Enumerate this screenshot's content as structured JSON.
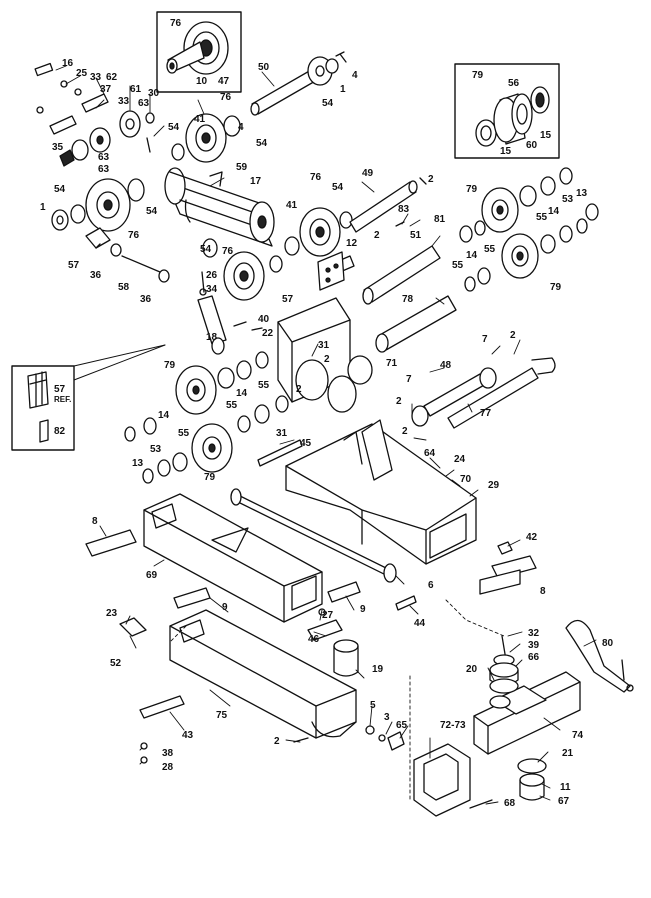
{
  "diagram": {
    "callouts": [
      {
        "id": "76a",
        "text": "76"
      },
      {
        "id": "10",
        "text": "10"
      },
      {
        "id": "47",
        "text": "47"
      },
      {
        "id": "50",
        "text": "50"
      },
      {
        "id": "4a",
        "text": "4"
      },
      {
        "id": "1a",
        "text": "1"
      },
      {
        "id": "54a",
        "text": "54"
      },
      {
        "id": "16",
        "text": "16"
      },
      {
        "id": "25",
        "text": "25"
      },
      {
        "id": "33a",
        "text": "33"
      },
      {
        "id": "62",
        "text": "62"
      },
      {
        "id": "37",
        "text": "37"
      },
      {
        "id": "33b",
        "text": "33"
      },
      {
        "id": "61",
        "text": "61"
      },
      {
        "id": "63a",
        "text": "63"
      },
      {
        "id": "30",
        "text": "30"
      },
      {
        "id": "76b",
        "text": "76"
      },
      {
        "id": "41a",
        "text": "41"
      },
      {
        "id": "54b",
        "text": "54"
      },
      {
        "id": "4b",
        "text": "4"
      },
      {
        "id": "54c",
        "text": "54"
      },
      {
        "id": "35",
        "text": "35"
      },
      {
        "id": "63b",
        "text": "63"
      },
      {
        "id": "63c",
        "text": "63"
      },
      {
        "id": "59",
        "text": "59"
      },
      {
        "id": "17",
        "text": "17"
      },
      {
        "id": "54d",
        "text": "54"
      },
      {
        "id": "1b",
        "text": "1"
      },
      {
        "id": "54e",
        "text": "54"
      },
      {
        "id": "76c",
        "text": "76"
      },
      {
        "id": "41b",
        "text": "41"
      },
      {
        "id": "76d",
        "text": "76"
      },
      {
        "id": "54f",
        "text": "54"
      },
      {
        "id": "49",
        "text": "49"
      },
      {
        "id": "2a",
        "text": "2"
      },
      {
        "id": "83",
        "text": "83"
      },
      {
        "id": "81",
        "text": "81"
      },
      {
        "id": "2b",
        "text": "2"
      },
      {
        "id": "79a",
        "text": "79"
      },
      {
        "id": "56",
        "text": "56"
      },
      {
        "id": "15a",
        "text": "15"
      },
      {
        "id": "60",
        "text": "60"
      },
      {
        "id": "15b",
        "text": "15"
      },
      {
        "id": "79b",
        "text": "79"
      },
      {
        "id": "53a",
        "text": "53"
      },
      {
        "id": "13a",
        "text": "13"
      },
      {
        "id": "14a",
        "text": "14"
      },
      {
        "id": "55a",
        "text": "55"
      },
      {
        "id": "54g",
        "text": "54"
      },
      {
        "id": "76e",
        "text": "76"
      },
      {
        "id": "12",
        "text": "12"
      },
      {
        "id": "51",
        "text": "51"
      },
      {
        "id": "55b",
        "text": "55"
      },
      {
        "id": "14b",
        "text": "14"
      },
      {
        "id": "55c",
        "text": "55"
      },
      {
        "id": "79c",
        "text": "79"
      },
      {
        "id": "57a",
        "text": "57"
      },
      {
        "id": "36a",
        "text": "36"
      },
      {
        "id": "58",
        "text": "58"
      },
      {
        "id": "36b",
        "text": "36"
      },
      {
        "id": "26",
        "text": "26"
      },
      {
        "id": "34",
        "text": "34"
      },
      {
        "id": "57b",
        "text": "57"
      },
      {
        "id": "78",
        "text": "78"
      },
      {
        "id": "40",
        "text": "40"
      },
      {
        "id": "22",
        "text": "22"
      },
      {
        "id": "18",
        "text": "18"
      },
      {
        "id": "31a",
        "text": "31"
      },
      {
        "id": "2c",
        "text": "2"
      },
      {
        "id": "7a",
        "text": "7"
      },
      {
        "id": "2d",
        "text": "2"
      },
      {
        "id": "57c",
        "text": "57"
      },
      {
        "id": "ref",
        "text": "REF."
      },
      {
        "id": "82",
        "text": "82"
      },
      {
        "id": "79d",
        "text": "79"
      },
      {
        "id": "55d",
        "text": "55"
      },
      {
        "id": "14c",
        "text": "14"
      },
      {
        "id": "2e",
        "text": "2"
      },
      {
        "id": "71",
        "text": "71"
      },
      {
        "id": "48",
        "text": "48"
      },
      {
        "id": "7b",
        "text": "7"
      },
      {
        "id": "77",
        "text": "77"
      },
      {
        "id": "55e",
        "text": "55"
      },
      {
        "id": "2f",
        "text": "2"
      },
      {
        "id": "2g",
        "text": "2"
      },
      {
        "id": "14d",
        "text": "14"
      },
      {
        "id": "55f",
        "text": "55"
      },
      {
        "id": "31b",
        "text": "31"
      },
      {
        "id": "45",
        "text": "45"
      },
      {
        "id": "13b",
        "text": "13"
      },
      {
        "id": "53b",
        "text": "53"
      },
      {
        "id": "79e",
        "text": "79"
      },
      {
        "id": "64",
        "text": "64"
      },
      {
        "id": "24",
        "text": "24"
      },
      {
        "id": "70",
        "text": "70"
      },
      {
        "id": "29",
        "text": "29"
      },
      {
        "id": "8a",
        "text": "8"
      },
      {
        "id": "69",
        "text": "69"
      },
      {
        "id": "42",
        "text": "42"
      },
      {
        "id": "6",
        "text": "6"
      },
      {
        "id": "8b",
        "text": "8"
      },
      {
        "id": "9a",
        "text": "9"
      },
      {
        "id": "27",
        "text": "27"
      },
      {
        "id": "9b",
        "text": "9"
      },
      {
        "id": "44",
        "text": "44"
      },
      {
        "id": "23",
        "text": "23"
      },
      {
        "id": "46",
        "text": "46"
      },
      {
        "id": "32",
        "text": "32"
      },
      {
        "id": "39",
        "text": "39"
      },
      {
        "id": "80",
        "text": "80"
      },
      {
        "id": "52",
        "text": "52"
      },
      {
        "id": "19",
        "text": "19"
      },
      {
        "id": "66",
        "text": "66"
      },
      {
        "id": "20",
        "text": "20"
      },
      {
        "id": "75",
        "text": "75"
      },
      {
        "id": "5",
        "text": "5"
      },
      {
        "id": "3",
        "text": "3"
      },
      {
        "id": "65",
        "text": "65"
      },
      {
        "id": "43",
        "text": "43"
      },
      {
        "id": "74",
        "text": "74"
      },
      {
        "id": "72-73",
        "text": "72-73"
      },
      {
        "id": "2h",
        "text": "2"
      },
      {
        "id": "21",
        "text": "21"
      },
      {
        "id": "38",
        "text": "38"
      },
      {
        "id": "28",
        "text": "28"
      },
      {
        "id": "11",
        "text": "11"
      },
      {
        "id": "68",
        "text": "68"
      },
      {
        "id": "67",
        "text": "67"
      }
    ]
  }
}
